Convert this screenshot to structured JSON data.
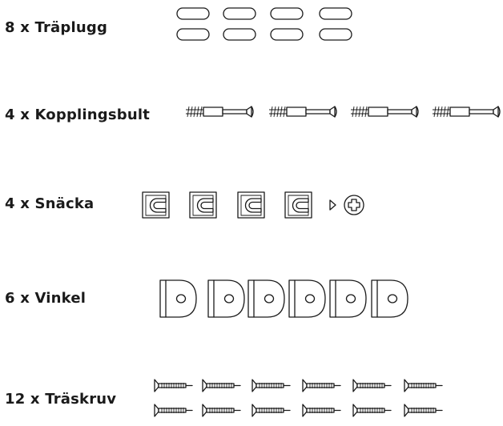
{
  "parts": [
    {
      "label": "8 x Träplugg",
      "icon": "dowel-icon",
      "count": 8
    },
    {
      "label": "4 x Kopplingsbult",
      "icon": "connector-bolt-icon",
      "count": 4
    },
    {
      "label": "4 x Snäcka",
      "icon": "cam-lock-icon",
      "count": 4
    },
    {
      "label": "6 x Vinkel",
      "icon": "angle-bracket-icon",
      "count": 6
    },
    {
      "label": "12 x Träskruv",
      "icon": "wood-screw-icon",
      "count": 12
    }
  ]
}
